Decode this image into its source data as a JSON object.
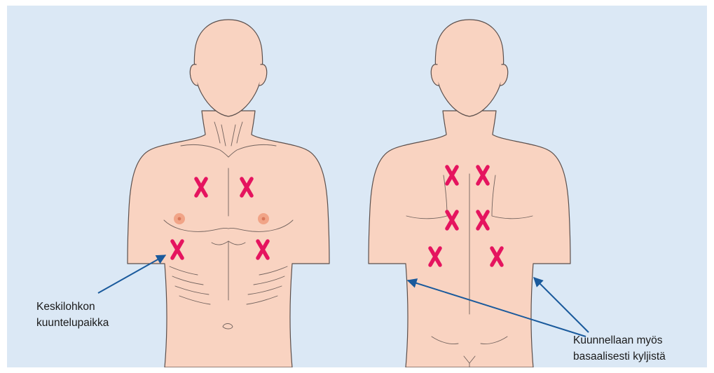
{
  "colors": {
    "background": "#dbe8f5",
    "skin": "#f9d3c1",
    "outline": "#5b4f4c",
    "marker": "#e5145f",
    "arrow": "#1a5a9c",
    "nipple": "#f1a487"
  },
  "figures": {
    "front": {
      "view": "anterior"
    },
    "back": {
      "view": "posterior"
    }
  },
  "callouts": {
    "front": {
      "line1": "Keskilohkon",
      "line2": "kuuntelupaikka"
    },
    "back": {
      "line1": "Kuunnellaan myös",
      "line2": "basaalisesti kyljistä"
    }
  },
  "icons": {
    "marker": "x-mark-icon",
    "arrow": "arrow-icon"
  }
}
